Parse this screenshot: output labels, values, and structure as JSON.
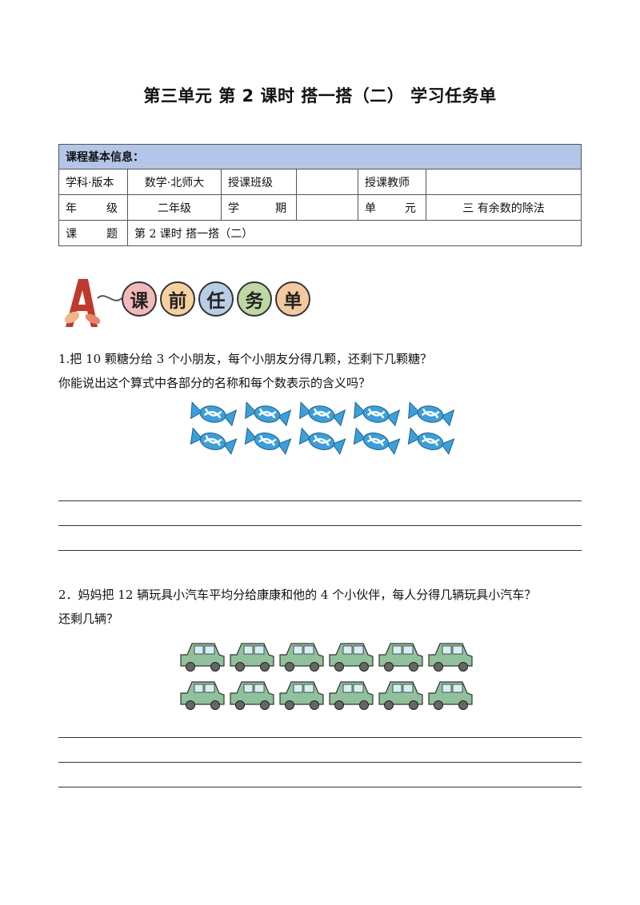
{
  "title": "第三单元  第 2 课时  搭一搭（二）  学习任务单",
  "info_table": {
    "header": "课程基本信息：",
    "row1": {
      "label1": "学科·版本",
      "value1": "数学·北师大",
      "label2": "授课班级",
      "value2": "",
      "label3": "授课教师",
      "value3": ""
    },
    "row2": {
      "label1a": "年",
      "label1b": "级",
      "value1": "二年级",
      "label2a": "学",
      "label2b": "期",
      "value2": "",
      "label3a": "单",
      "label3b": "元",
      "value3": "三  有余数的除法"
    },
    "row3": {
      "label1a": "课",
      "label1b": "题",
      "value1": "第 2 课时  搭一搭（二）"
    }
  },
  "banner": {
    "letter": "A",
    "chars": [
      "课",
      "前",
      "任",
      "务",
      "单"
    ],
    "colors": [
      "#f2b9b9",
      "#f6d19e",
      "#b9cde6",
      "#bdd8a3",
      "#f3c9a0"
    ]
  },
  "questions": [
    {
      "line1": "1.把 10 颗糖分给 3 个小朋友，每个小朋友分得几颗，还剩下几颗糖？",
      "line2": "你能说出这个算式中各部分的名称和每个数表示的含义吗？"
    },
    {
      "line1": "2．妈妈把 12 辆玩具小汽车平均分给康康和他的 4 个小伙伴，每人分得几辆玩具小汽车？",
      "line2": "还剩几辆？"
    }
  ],
  "colors": {
    "header_bg": "#b4c6e7",
    "candy": "#3aa0dd",
    "car": "#8fc29a"
  }
}
